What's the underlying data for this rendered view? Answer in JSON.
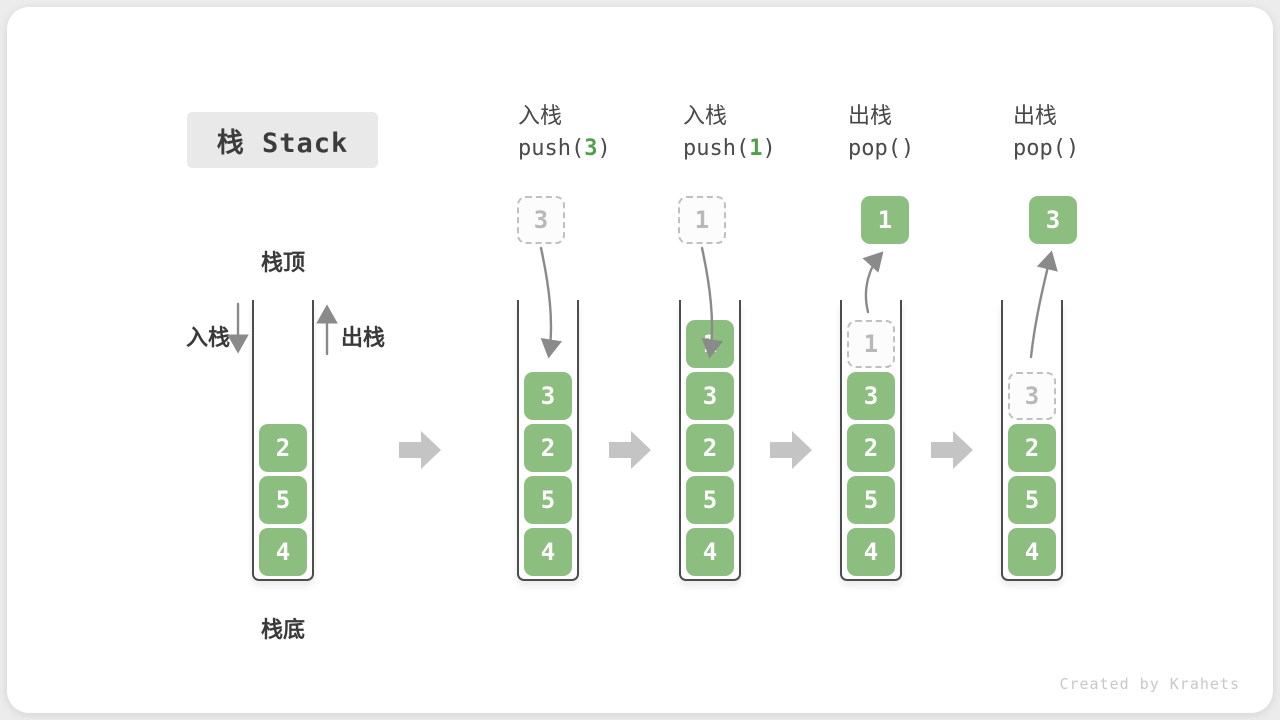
{
  "title": "栈 Stack",
  "watermark": "Created by Krahets",
  "side_labels": {
    "stack_top": "栈顶",
    "stack_bottom": "栈底",
    "push": "入栈",
    "pop": "出栈"
  },
  "operations": [
    {
      "name": "入栈",
      "code_pre": "push(",
      "code_arg": "3",
      "code_post": ")"
    },
    {
      "name": "入栈",
      "code_pre": "push(",
      "code_arg": "1",
      "code_post": ")"
    },
    {
      "name": "出栈",
      "code_pre": "pop(",
      "code_arg": "",
      "code_post": ")"
    },
    {
      "name": "出栈",
      "code_pre": "pop(",
      "code_arg": "",
      "code_post": ")"
    }
  ],
  "stacks": [
    {
      "cells": [
        "2",
        "5",
        "4"
      ]
    },
    {
      "cells": [
        "3",
        "2",
        "5",
        "4"
      ],
      "incoming": "3"
    },
    {
      "cells": [
        "1",
        "3",
        "2",
        "5",
        "4"
      ],
      "incoming": "1"
    },
    {
      "cells": [
        "3",
        "2",
        "5",
        "4"
      ],
      "ghost": "1",
      "outgoing": "1"
    },
    {
      "cells": [
        "2",
        "5",
        "4"
      ],
      "ghost": "3",
      "outgoing": "3"
    }
  ],
  "colors": {
    "cell_green": "#8cbe80",
    "code_green": "#4fa04d",
    "flow_arrow_gray": "#8a8a8a",
    "block_arrow_gray": "#c4c4c4",
    "title_box_gray": "#e9e9e9"
  }
}
